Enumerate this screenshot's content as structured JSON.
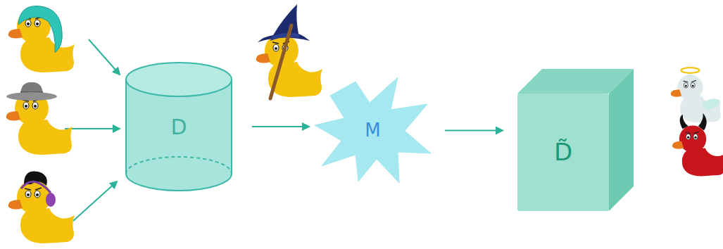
{
  "diagram": {
    "nodes": [
      {
        "text": [
          "D"
        ]
      },
      {
        "text": [
          "M"
        ]
      },
      {
        "text": [
          "D̃"
        ]
      }
    ],
    "edges": [
      {
        "from": 0,
        "to": 1,
        "arrow": "to"
      },
      {
        "from": 1,
        "to": 2,
        "arrow": "to"
      }
    ]
  }
}
